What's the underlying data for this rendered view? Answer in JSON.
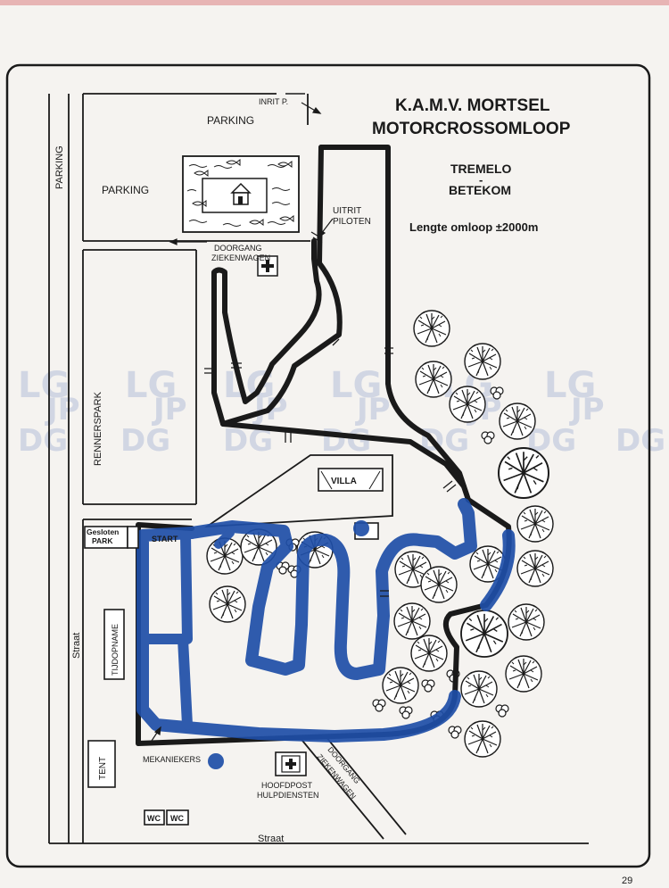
{
  "header": {
    "title_line1": "K.A.M.V. MORTSEL",
    "title_line2": "MOTORCROSSOMLOOP",
    "location_line1": "TREMELO",
    "location_dash": "-",
    "location_line2": "BETEKOM",
    "length": "Lengte omloop ±2000m"
  },
  "labels": {
    "inrit": "INRIT P.",
    "parking_top": "PARKING",
    "parking_mid": "PARKING",
    "parking_side": "PARKING",
    "uitrit_1": "UITRIT",
    "uitrit_2": "PILOTEN",
    "doorgang_top_1": "DOORGANG",
    "doorgang_top_2": "ZIEKENWAGEN",
    "rennerspark": "RENNERSPARK",
    "villa": "VILLA",
    "gesloten_1": "Gesloten",
    "gesloten_2": "PARK",
    "start": "START",
    "tijdopname": "TIJDOPNAME",
    "straat_left": "Straat",
    "straat_bottom": "Straat",
    "tent": "TENT",
    "mekaniekers": "MEKANIEKERS",
    "hoofdpost_1": "HOOFDPOST",
    "hoofdpost_2": "HULPDIENSTEN",
    "doorgang_bottom_1": "DOORGANG",
    "doorgang_bottom_2": "ZIEKENWAGEN",
    "wc_1": "WC",
    "wc_2": "WC",
    "page_number": "29"
  },
  "watermark": [
    "LG",
    "JP",
    "DG"
  ],
  "colors": {
    "track": "#1a1a1a",
    "marker": "#1f4fa8",
    "paper": "#f5f3f0",
    "ghost_print": "#c9cfe0"
  },
  "icons": [
    "tree-icon",
    "fish-icon",
    "house-icon",
    "red-cross-icon",
    "arrow-icon"
  ]
}
